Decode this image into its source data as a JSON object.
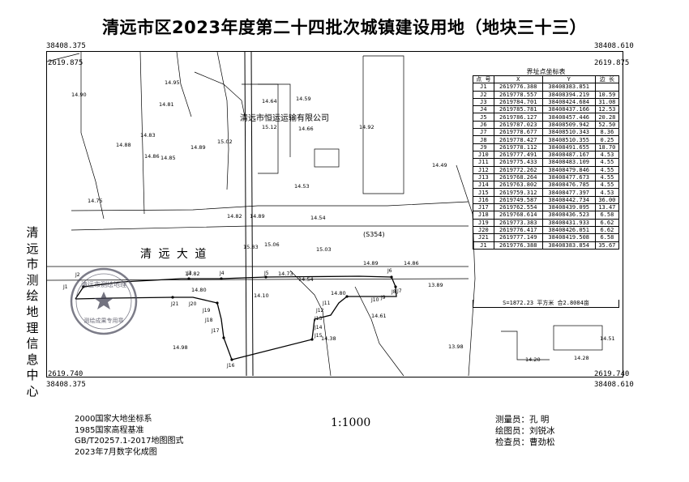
{
  "title": "清远市区2023年度第二十四批次城镇建设用地（地块三十三）",
  "corners": {
    "top_left_x": "38408.375",
    "top_right_x": "38408.610",
    "top_left_y": "2619.875",
    "top_right_y": "2619.875",
    "bottom_left_y": "2619.740",
    "bottom_right_y": "2619.740",
    "bottom_left_x": "38408.375",
    "bottom_right_x": "38408.610"
  },
  "side_text": [
    "清",
    "远",
    "市",
    "测",
    "绘",
    "地",
    "理",
    "信",
    "息",
    "中",
    "心"
  ],
  "map_labels": {
    "road_main": "清 远 大 道",
    "company": "清远市恒运运输有限公司",
    "highway": "(S354)",
    "seal_top": "清远市测绘地理",
    "seal_bottom": "测绘成果专用章"
  },
  "elevations": [
    "14.90",
    "14.81",
    "14.95",
    "14.83",
    "14.64",
    "14.59",
    "15.12",
    "14.66",
    "14.92",
    "14.88",
    "15.02",
    "14.89",
    "14.85",
    "14.86",
    "14.53",
    "14.49",
    "14.75",
    "14.82",
    "14.89",
    "14.54",
    "15.83",
    "15.06",
    "15.03",
    "14.82",
    "14.80",
    "14.73",
    "14.54",
    "14.89",
    "14.86",
    "13.89",
    "14.80",
    "14.10",
    "14.61",
    "14.98",
    "14.38",
    "13.98",
    "14.20",
    "14.28",
    "14.51"
  ],
  "parcel_points": [
    "J1",
    "J2",
    "J3",
    "J4",
    "J5",
    "J6",
    "J7",
    "J8",
    "J9",
    "J10",
    "J11",
    "J12",
    "J13",
    "J14",
    "J15",
    "J16",
    "J17",
    "J18",
    "J19",
    "J20",
    "J21"
  ],
  "coord_table": {
    "caption": "界址点坐标表",
    "headers": [
      "点 号",
      "X",
      "Y",
      "边 长"
    ],
    "rows": [
      [
        "J1",
        "2619776.388",
        "38408383.851",
        ""
      ],
      [
        "J2",
        "2619778.557",
        "38408394.219",
        "10.59"
      ],
      [
        "J3",
        "2619784.701",
        "38408424.684",
        "31.08"
      ],
      [
        "J4",
        "2619785.781",
        "38408437.166",
        "12.53"
      ],
      [
        "J5",
        "2619786.127",
        "38408457.446",
        "20.28"
      ],
      [
        "J6",
        "2619787.023",
        "38408509.942",
        "52.50"
      ],
      [
        "J7",
        "2619778.677",
        "38408510.343",
        "8.36"
      ],
      [
        "J8",
        "2619778.427",
        "38408510.355",
        "0.25"
      ],
      [
        "J9",
        "2619778.112",
        "38408491.655",
        "18.70"
      ],
      [
        "J10",
        "2619777.491",
        "38408487.167",
        "4.53"
      ],
      [
        "J11",
        "2619775.433",
        "38408483.109",
        "4.55"
      ],
      [
        "J12",
        "2619772.262",
        "38408479.846",
        "4.55"
      ],
      [
        "J13",
        "2619768.264",
        "38408477.673",
        "4.55"
      ],
      [
        "J14",
        "2619763.802",
        "38408476.785",
        "4.55"
      ],
      [
        "J15",
        "2619759.312",
        "38408477.397",
        "4.53"
      ],
      [
        "J16",
        "2619749.587",
        "38408442.734",
        "36.00"
      ],
      [
        "J17",
        "2619762.554",
        "38408439.095",
        "13.47"
      ],
      [
        "J18",
        "2619768.614",
        "38408436.523",
        "6.58"
      ],
      [
        "J19",
        "2619773.383",
        "38408431.933",
        "6.62"
      ],
      [
        "J20",
        "2619776.417",
        "38408426.051",
        "6.62"
      ],
      [
        "J21",
        "2619777.149",
        "38408419.508",
        "6.58"
      ],
      [
        "J1",
        "2619776.388",
        "38408383.854",
        "35.67"
      ]
    ],
    "summary": "S=1872.23 平方米 合2.8084亩"
  },
  "footer_left": [
    "2000国家大地坐标系",
    "1985国家高程基准",
    "GB/T20257.1-2017地图图式",
    "2023年7月数字化成图"
  ],
  "scale": "1:1000",
  "footer_right": [
    "测量员：孔  明",
    "绘图员：刘锐冰",
    "检查员：曹劲松"
  ]
}
